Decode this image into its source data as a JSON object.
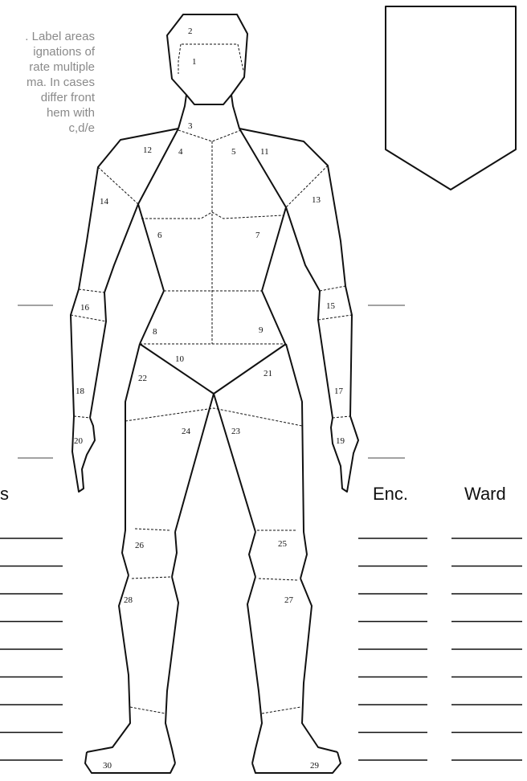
{
  "note": {
    "lines": [
      ". Label areas",
      "ignations of",
      "rate multiple",
      "ma. In cases",
      " differ front",
      "hem with",
      "c,d/e"
    ]
  },
  "headers": {
    "left_partial": "s",
    "enc": "Enc.",
    "ward": "Ward"
  },
  "diagram": {
    "region_numbers": [
      "1",
      "2",
      "3",
      "4",
      "5",
      "6",
      "7",
      "8",
      "9",
      "10",
      "11",
      "12",
      "13",
      "14",
      "15",
      "16",
      "17",
      "18",
      "19",
      "20",
      "21",
      "22",
      "23",
      "24",
      "25",
      "26",
      "27",
      "28",
      "29",
      "30"
    ],
    "row_count": 9
  }
}
